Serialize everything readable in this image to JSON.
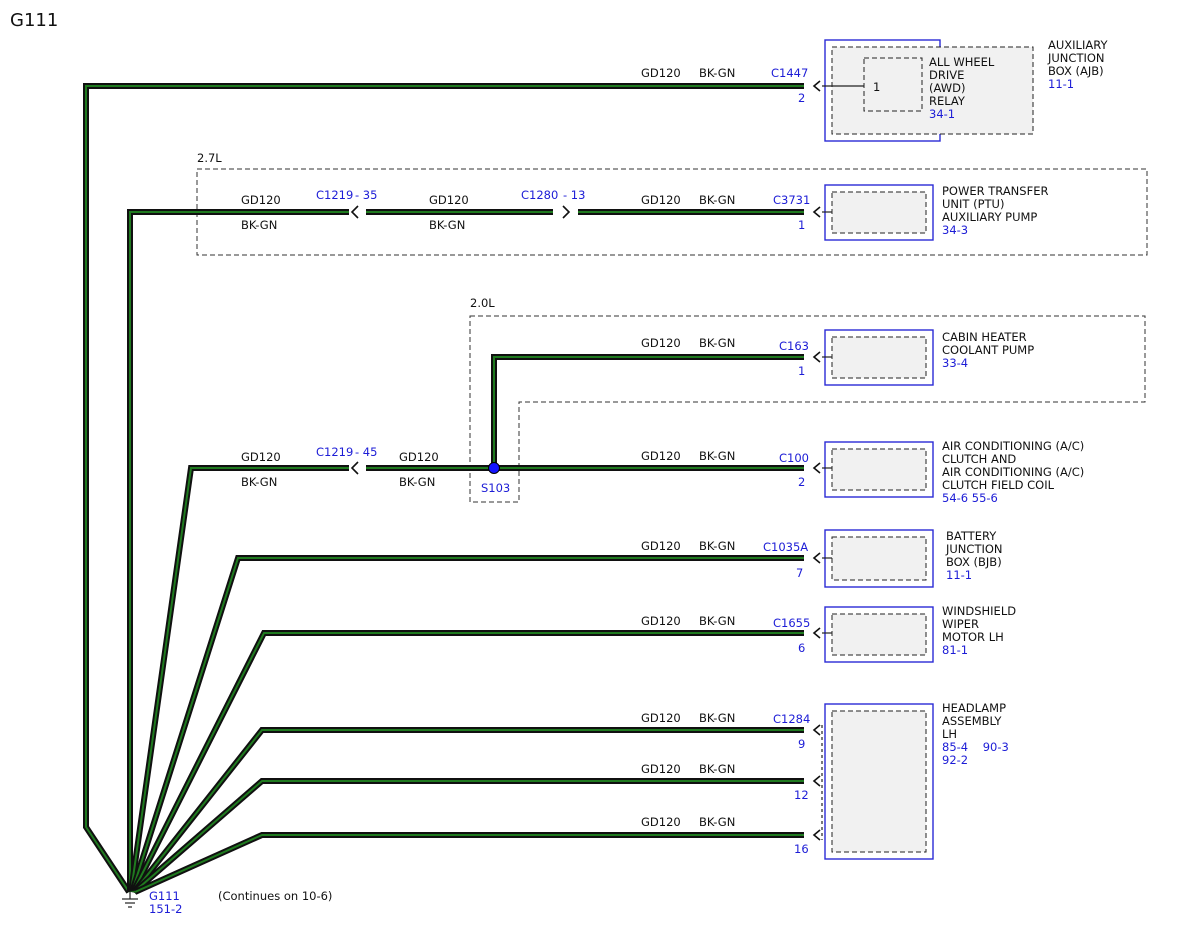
{
  "page": {
    "title": "G111"
  },
  "regions": [
    {
      "label": "2.7L"
    },
    {
      "label": "2.0L"
    }
  ],
  "wire": {
    "circuit": "GD120",
    "color": "BK-GN"
  },
  "inline_connectors": [
    {
      "label": "C1219",
      "pin": "- 35"
    },
    {
      "label": "C1280",
      "pin": "- 13"
    },
    {
      "label": "C1219",
      "pin": "- 45"
    }
  ],
  "splice": {
    "label": "S103"
  },
  "components": [
    {
      "name_lines": [
        "AUXILIARY",
        "JUNCTION",
        "BOX (AJB)"
      ],
      "ref": "11-1",
      "connector": "C1447",
      "pins": [
        "2"
      ],
      "inner": {
        "pin": "1",
        "name_lines": [
          "ALL WHEEL",
          "DRIVE",
          "(AWD)",
          "RELAY"
        ],
        "ref": "34-1"
      }
    },
    {
      "name_lines": [
        "POWER TRANSFER",
        "UNIT (PTU)",
        "AUXILIARY PUMP"
      ],
      "ref": "34-3",
      "connector": "C3731",
      "pins": [
        "1"
      ]
    },
    {
      "name_lines": [
        "CABIN HEATER",
        "COOLANT PUMP"
      ],
      "ref": "33-4",
      "connector": "C163",
      "pins": [
        "1"
      ]
    },
    {
      "name_lines": [
        "AIR CONDITIONING (A/C)",
        "CLUTCH AND",
        "AIR CONDITIONING (A/C)",
        "CLUTCH FIELD COIL"
      ],
      "ref": "54-6   55-6",
      "connector": "C100",
      "pins": [
        "2"
      ]
    },
    {
      "name_lines": [
        "BATTERY",
        "JUNCTION",
        "BOX (BJB)"
      ],
      "ref": "11-1",
      "connector": "C1035A",
      "pins": [
        "7"
      ]
    },
    {
      "name_lines": [
        "WINDSHIELD",
        "WIPER",
        "MOTOR LH"
      ],
      "ref": "81-1",
      "connector": "C1655",
      "pins": [
        "6"
      ]
    },
    {
      "name_lines": [
        "HEADLAMP",
        "ASSEMBLY",
        "LH"
      ],
      "ref_lines": [
        "85-4    90-3",
        "92-2"
      ],
      "connector": "C1284",
      "pins": [
        "9",
        "12",
        "16"
      ]
    }
  ],
  "ground": {
    "label": "G111",
    "ref": "151-2",
    "note": "(Continues on 10-6)"
  },
  "colors": {
    "wire_outer": "#101010",
    "wire_inner": "#1f7a1f",
    "reference_blue": "#1c1cd6",
    "component_border": "#2a2ad6",
    "component_fill": "#f1f1f1"
  }
}
